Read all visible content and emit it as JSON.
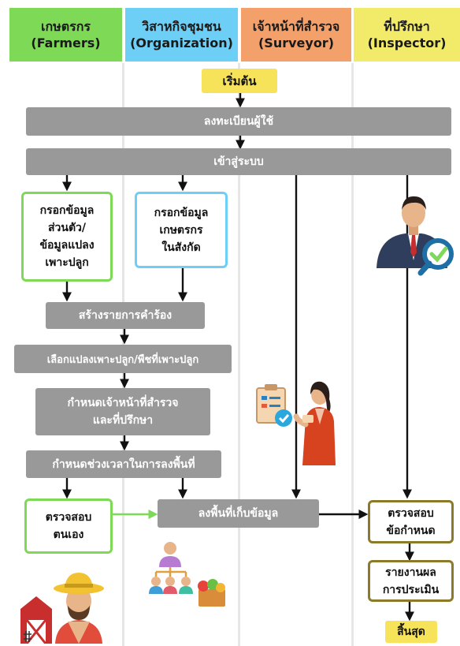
{
  "lanes": [
    {
      "name": "เกษตรกร",
      "role": "(Farmers)",
      "color": "#7ed957"
    },
    {
      "name": "วิสาหกิจชุมชน",
      "role": "(Organization)",
      "color": "#6ecff6"
    },
    {
      "name": "เจ้าหน้าที่สำรวจ",
      "role": "(Surveyor)",
      "color": "#f4a06b"
    },
    {
      "name": "ที่ปรึกษา",
      "role": "(Inspector)",
      "color": "#f2eb6a"
    }
  ],
  "steps": {
    "start": "เริ่มต้น",
    "register": "ลงทะเบียนผู้ใช้",
    "login": "เข้าสู่ระบบ",
    "farmer_fill_1": "กรอกข้อมูล",
    "farmer_fill_2": "ส่วนตัว/",
    "farmer_fill_3": "ข้อมูลแปลง",
    "farmer_fill_4": "เพาะปลูก",
    "org_fill_1": "กรอกข้อมูล",
    "org_fill_2": "เกษตรกร",
    "org_fill_3": "ในสังกัด",
    "create_request": "สร้างรายการคำร้อง",
    "select_plot": "เลือกแปลงเพาะปลูก/พืชที่เพาะปลูก",
    "assign_1": "กำหนดเจ้าหน้าที่สำรวจ",
    "assign_2": "และที่ปรึกษา",
    "schedule": "กำหนดช่วงเวลาในการลงพื้นที่",
    "self_check_1": "ตรวจสอบ",
    "self_check_2": "ตนเอง",
    "field_collect": "ลงพื้นที่เก็บข้อมูล",
    "inspect_1": "ตรวจสอบ",
    "inspect_2": "ข้อกำหนด",
    "report_1": "รายงานผล",
    "report_2": "การประเมิน",
    "end": "สิ้นสุด"
  },
  "colors": {
    "farmer_green": "#7ed957",
    "org_blue": "#6ecff6",
    "inspector_olive": "#8a7a2a",
    "step_gray": "#999999",
    "terminal_yellow": "#f7e35a"
  },
  "icons": [
    "businessman-magnifier-icon",
    "surveyor-clipboard-icon",
    "organization-hierarchy-icon",
    "farmer-barn-icon"
  ]
}
